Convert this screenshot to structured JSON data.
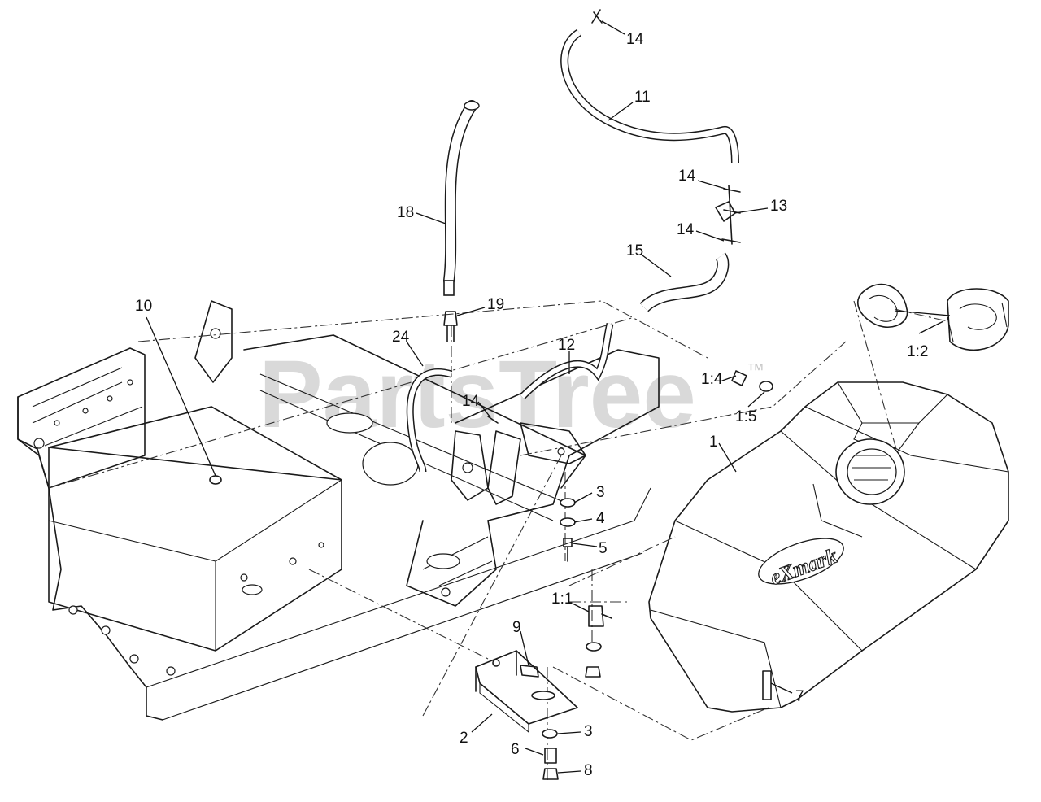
{
  "watermark": {
    "text": "PartsTree",
    "trademark": "™"
  },
  "brand_text": "eXmark",
  "callouts": [
    {
      "id": "c-14a",
      "text": "14"
    },
    {
      "id": "c-11",
      "text": "11"
    },
    {
      "id": "c-14b",
      "text": "14"
    },
    {
      "id": "c-13",
      "text": "13"
    },
    {
      "id": "c-14c",
      "text": "14"
    },
    {
      "id": "c-18",
      "text": "18"
    },
    {
      "id": "c-15",
      "text": "15"
    },
    {
      "id": "c-19",
      "text": "19"
    },
    {
      "id": "c-10",
      "text": "10"
    },
    {
      "id": "c-24",
      "text": "24"
    },
    {
      "id": "c-12",
      "text": "12"
    },
    {
      "id": "c-1-2",
      "text": "1:2"
    },
    {
      "id": "c-1-4",
      "text": "1:4"
    },
    {
      "id": "c-14d",
      "text": "14"
    },
    {
      "id": "c-1-5",
      "text": "1:5"
    },
    {
      "id": "c-1",
      "text": "1"
    },
    {
      "id": "c-3a",
      "text": "3"
    },
    {
      "id": "c-4",
      "text": "4"
    },
    {
      "id": "c-5",
      "text": "5"
    },
    {
      "id": "c-1-1",
      "text": "1:1"
    },
    {
      "id": "c-9",
      "text": "9"
    },
    {
      "id": "c-7",
      "text": "7"
    },
    {
      "id": "c-2",
      "text": "2"
    },
    {
      "id": "c-3b",
      "text": "3"
    },
    {
      "id": "c-6",
      "text": "6"
    },
    {
      "id": "c-8",
      "text": "8"
    }
  ]
}
